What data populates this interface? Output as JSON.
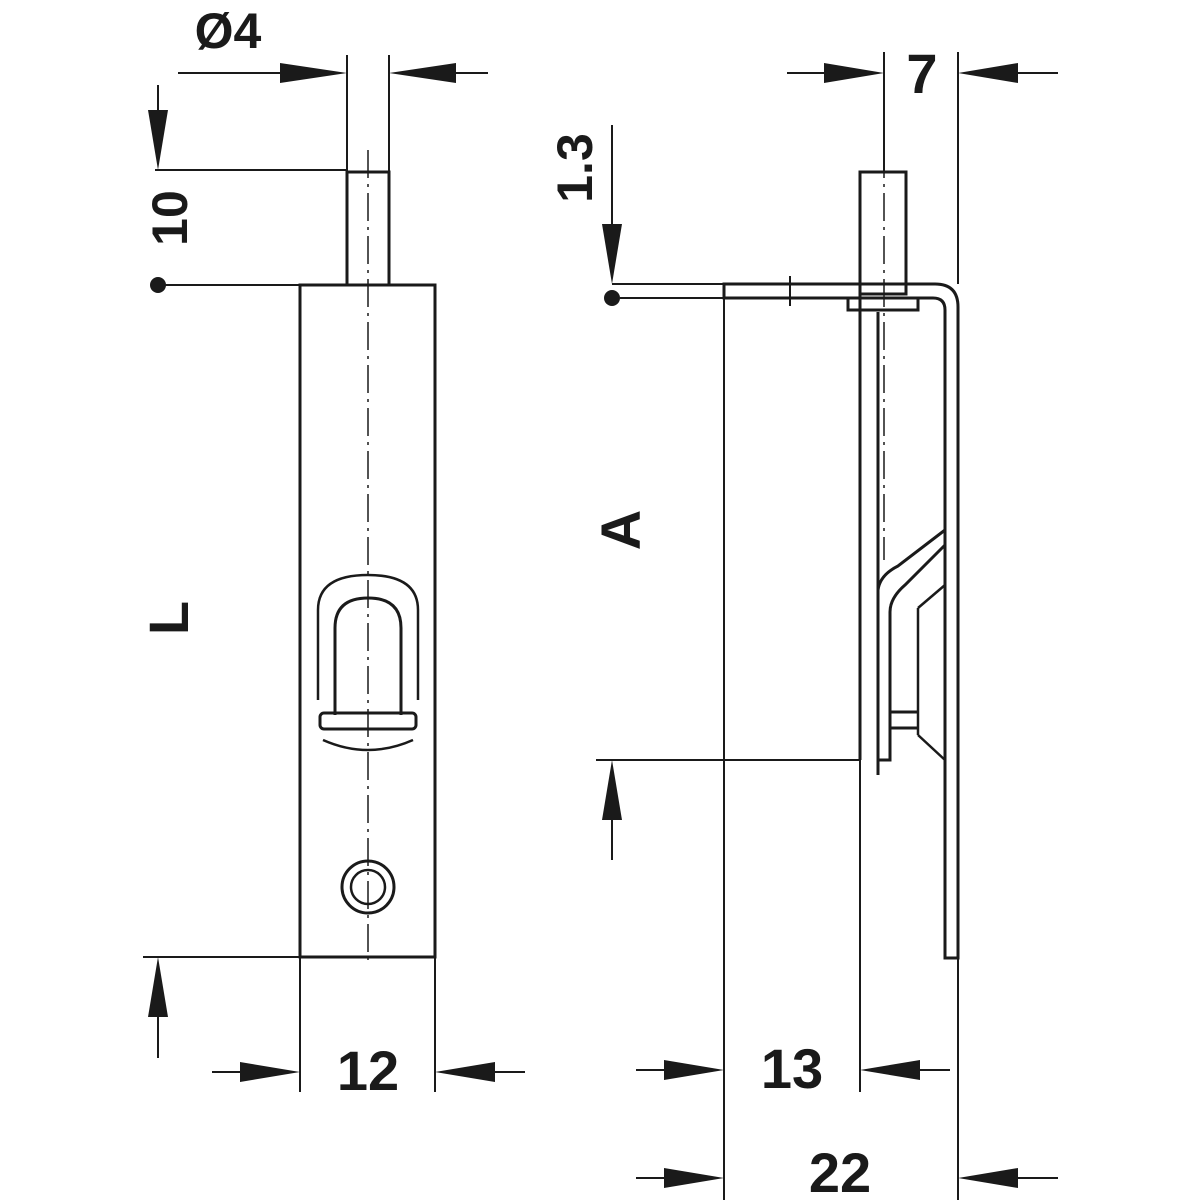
{
  "dimensions": {
    "diameter": "Ø4",
    "pin_length": "10",
    "length": "L",
    "width": "12",
    "thickness": "1.3",
    "distance_a": "A",
    "depth_13": "13",
    "bracket_7": "7",
    "total_22": "22"
  },
  "colors": {
    "line": "#1a1a1a",
    "background": "#ffffff"
  }
}
